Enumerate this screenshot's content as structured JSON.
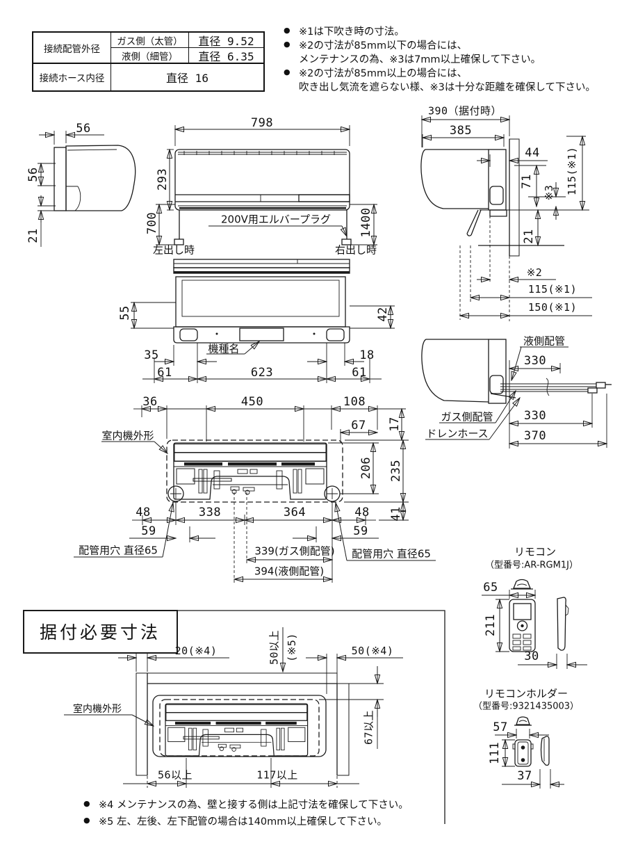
{
  "colors": {
    "ink": "#1a1a1a",
    "bg": "#ffffff"
  },
  "table": {
    "r1c1": "接続配管外径",
    "r1c2": "ガス側（太管）",
    "r1c3": "直径 9.52",
    "r2c2": "液側（細管）",
    "r2c3": "直径 6.35",
    "r3c1": "接続ホース内径",
    "r3c2": "直径 16"
  },
  "notes_top": {
    "bullet": "●",
    "l1": "※1は下吹き時の寸法。",
    "l2": "※2の寸法が85mm以下の場合には、",
    "l3": "メンテナンスの為、※3は7mm以上確保して下さい。",
    "l4": "※2の寸法が85mm以上の場合には、",
    "l5": "吹き出し気流を遮らない様、※3は十分な距離を確保して下さい。"
  },
  "views": {
    "side_left": {
      "d56_top": "56",
      "d56_side": "56",
      "d21": "21"
    },
    "front": {
      "d798": "798",
      "d293": "293",
      "d700": "700",
      "d1400": "1400",
      "plug_label": "200V用エルバープラグ",
      "left_out": "左出し時",
      "right_out": "右出し時"
    },
    "install_side": {
      "d390": "390（据付時）",
      "d385": "385",
      "d44": "44",
      "d71": "71",
      "dstar3": "※3",
      "d115a": "115(※1)",
      "d21": "21",
      "dstar2": "※2",
      "d115b": "115(※1)",
      "d150": "150(※1)"
    },
    "bottom": {
      "d55": "55",
      "d42": "42",
      "model_label": "機種名",
      "d35": "35",
      "d18": "18",
      "d61l": "61",
      "d623": "623",
      "d61r": "61"
    },
    "piping": {
      "liquid": "液側配管",
      "d330a": "330",
      "gas": "ガス側配管",
      "drain": "ドレンホース",
      "d330b": "330",
      "d370": "370"
    },
    "back": {
      "d36": "36",
      "d450": "450",
      "d108": "108",
      "d67": "67",
      "d17": "17",
      "outline": "室内機外形",
      "d206": "206",
      "d235": "235",
      "d48l": "48",
      "d338": "338",
      "d364": "364",
      "d48r": "48",
      "d41": "41",
      "d59l": "59",
      "d59r": "59",
      "d339": "339(ガス側配管)",
      "d394": "394(液側配管)",
      "hole_l": "配管用穴 直径65",
      "hole_r": "配管用穴 直径65"
    },
    "remote": {
      "title": "リモコン",
      "model": "（型番号:AR-RGM1J）",
      "d65": "65",
      "d211": "211",
      "d30": "30"
    },
    "holder": {
      "title": "リモコンホルダー",
      "model": "（型番号:9321435003）",
      "d57": "57",
      "d111": "111",
      "d37": "37"
    },
    "clearance": {
      "title": "据付必要寸法",
      "d20": "20(※4)",
      "d50v1": "50以上",
      "d50v2": "(※5)",
      "d50": "50(※4)",
      "outline": "室内機外形",
      "d67": "67以上",
      "d56": "56以上",
      "d117": "117以上"
    }
  },
  "notes_bottom": {
    "bullet": "●",
    "l1": "※4 メンテナンスの為、壁と接する側は上記寸法を確保して下さい。",
    "l2": "※5 左、左後、左下配管の場合は140mm以上確保して下さい。"
  }
}
